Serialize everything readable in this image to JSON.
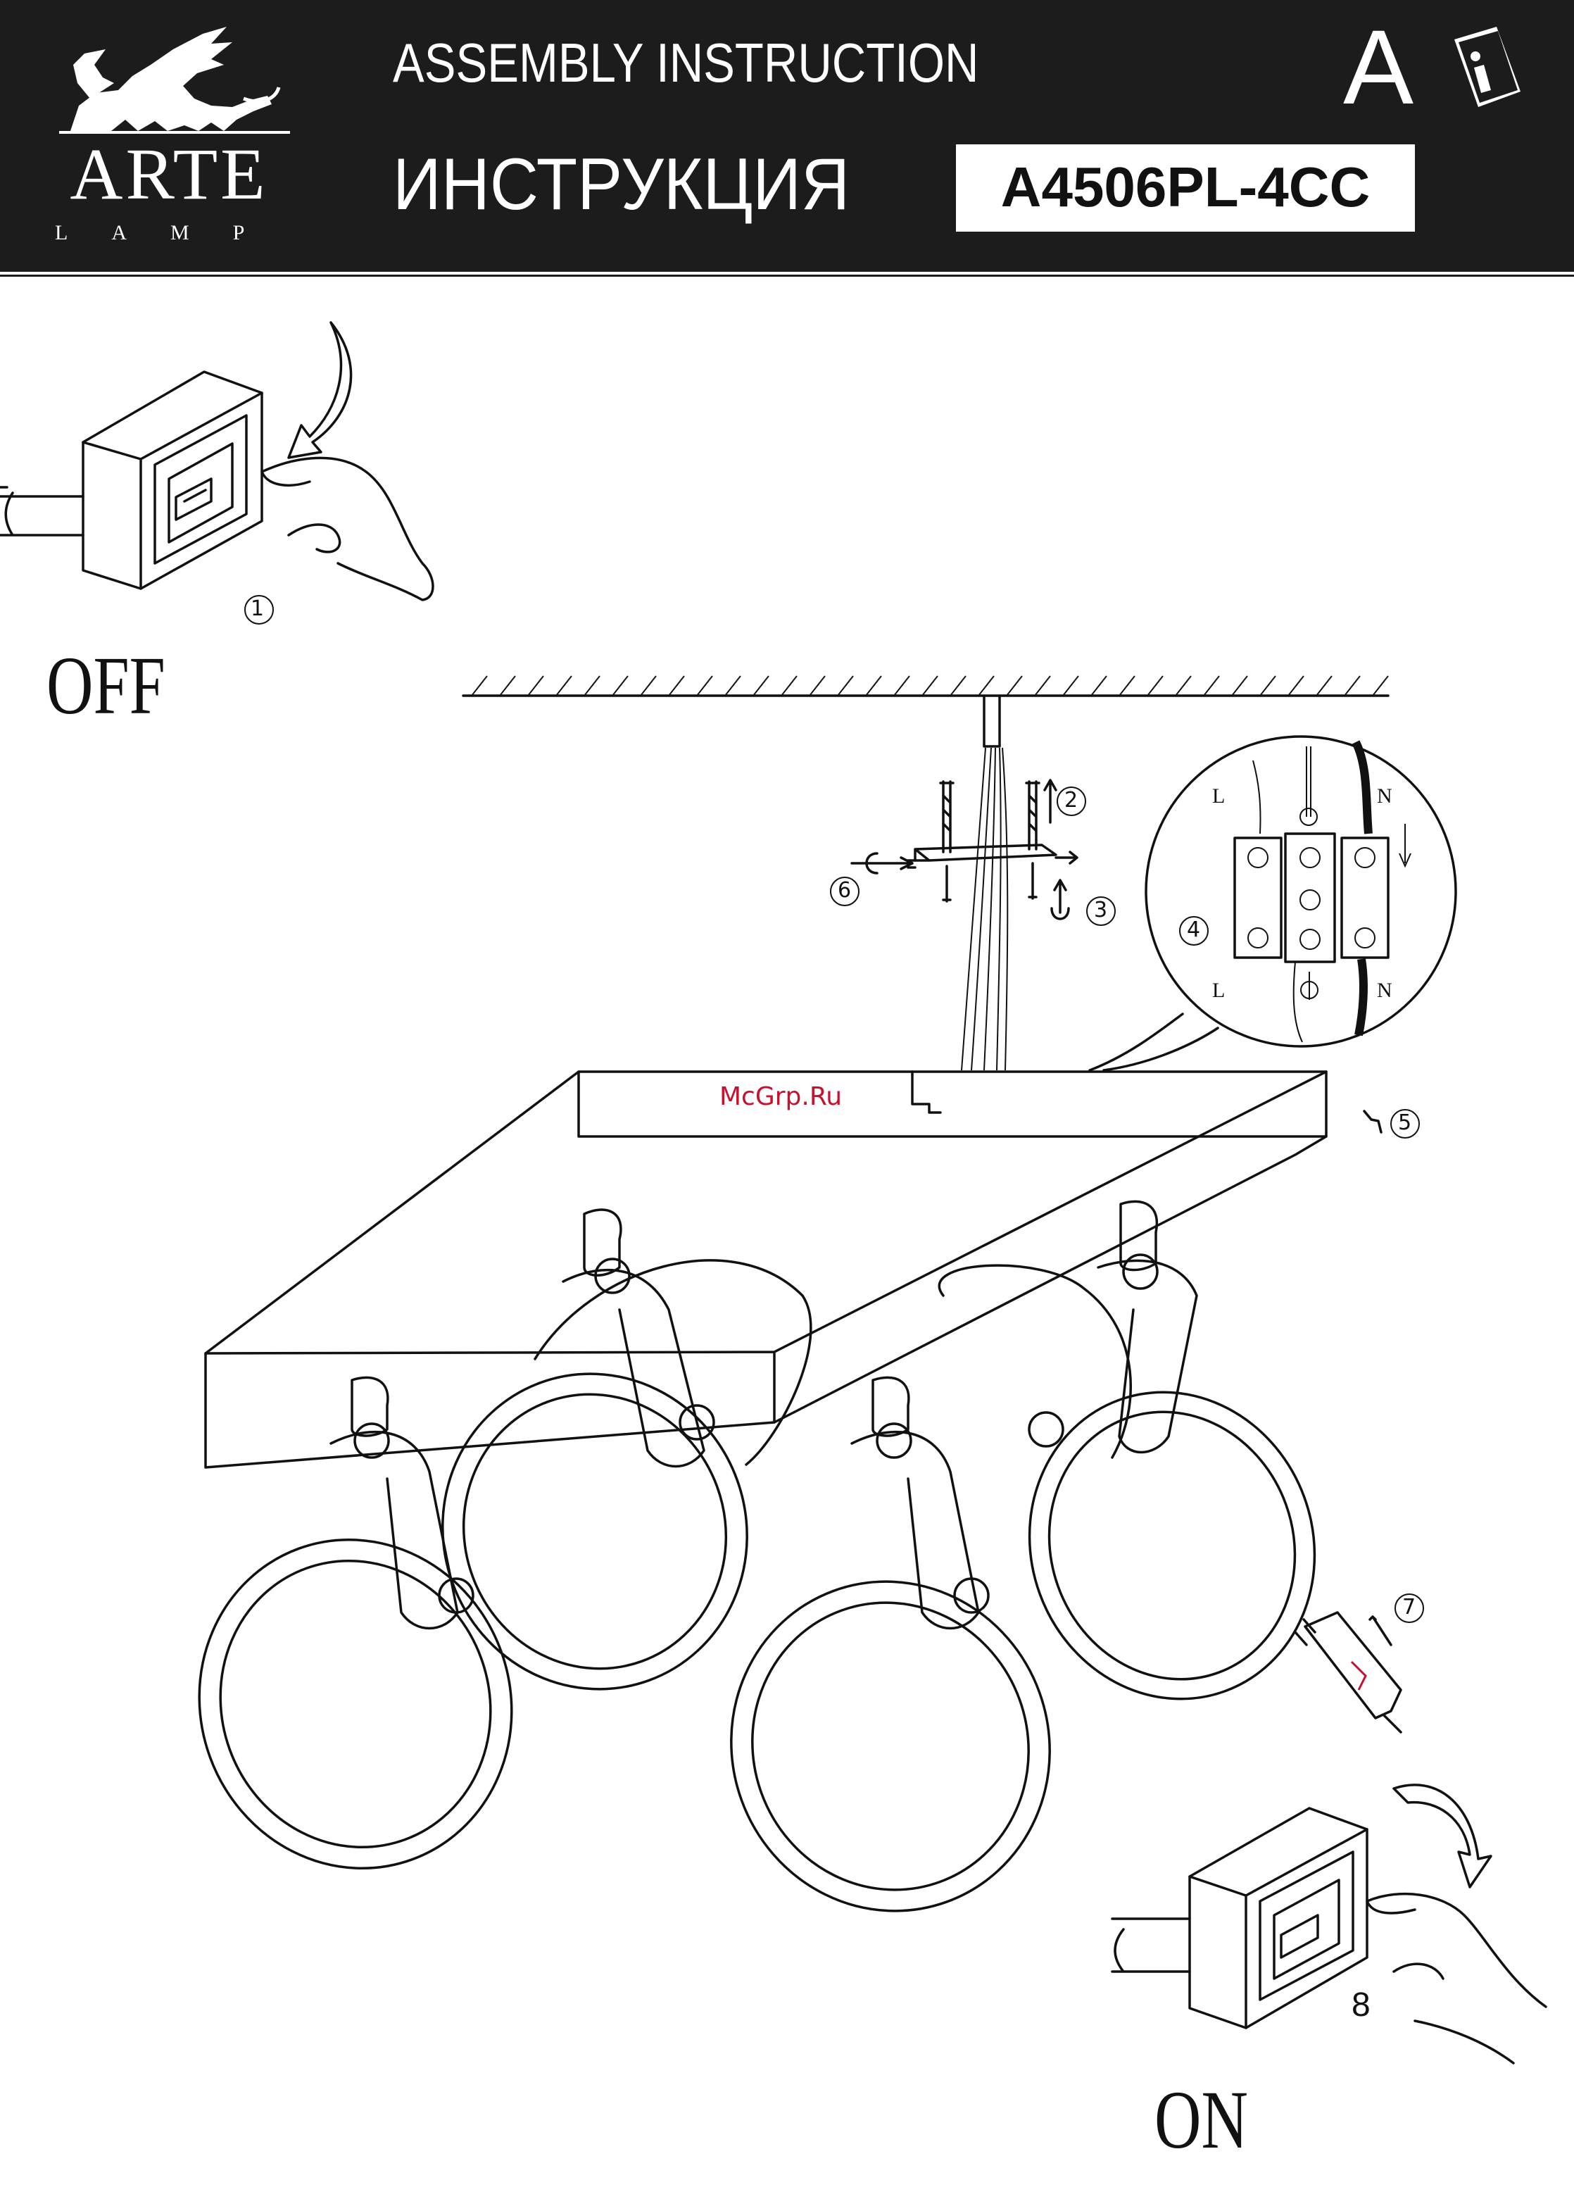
{
  "header": {
    "brand_name": "ARTE",
    "brand_sub": "LAMP",
    "title_en": "ASSEMBLY INSTRUCTION",
    "title_ru": "ИНСТРУКЦИЯ",
    "model": "A4506PL-4CC",
    "lang_letter": "A",
    "info_icon": "info-book-icon"
  },
  "steps": [
    "①",
    "②",
    "③",
    "④",
    "⑤",
    "⑥",
    "⑦"
  ],
  "switch_labels": {
    "off": "OFF",
    "on": "ON"
  },
  "wiring": {
    "live": "L",
    "neutral": "N"
  },
  "watermark": "McGrp.Ru",
  "page_number": "8",
  "colors": {
    "header_bg": "#1c1c1c",
    "ink": "#111111",
    "watermark": "#c8102e"
  }
}
